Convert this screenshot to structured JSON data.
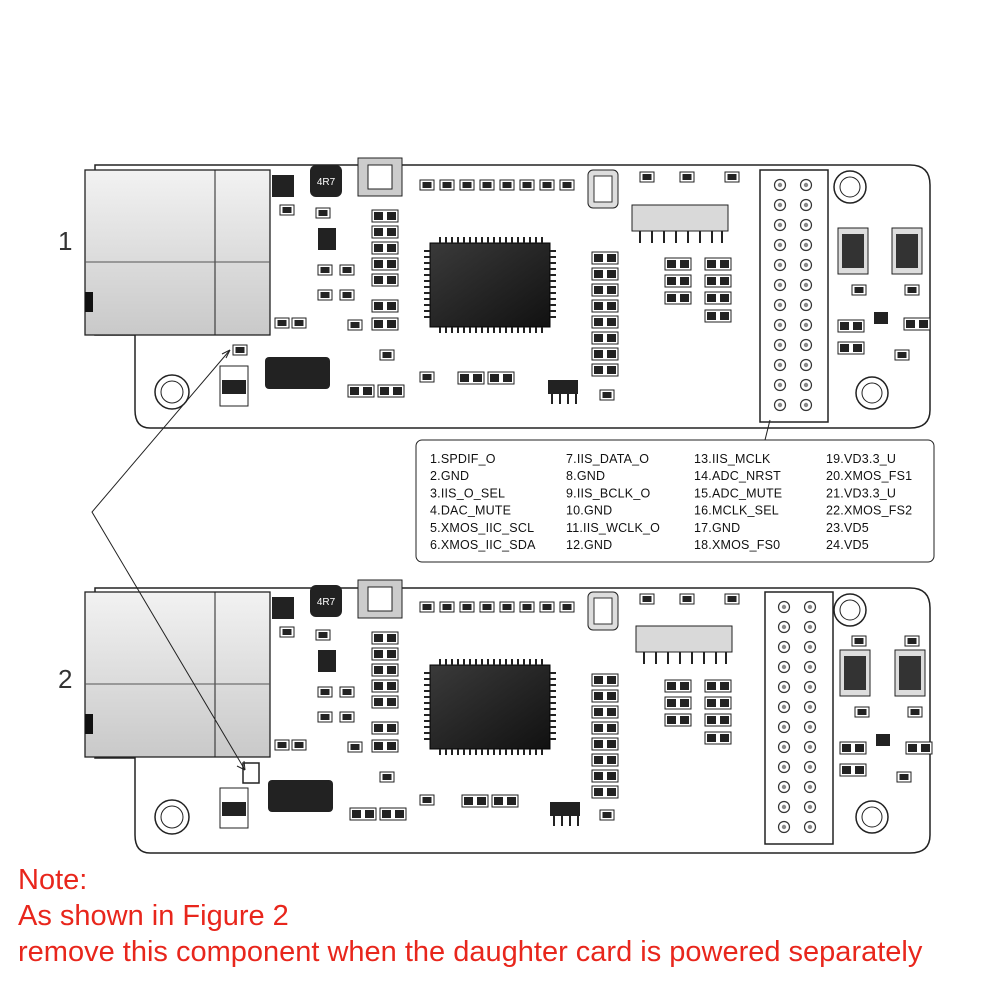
{
  "figures": [
    {
      "label": "1"
    },
    {
      "label": "2"
    }
  ],
  "inductor_marking": "4R7",
  "pinout": [
    [
      "1.SPDIF_O",
      "2.GND",
      "3.IIS_O_SEL",
      "4.DAC_MUTE",
      "5.XMOS_IIC_SCL",
      "6.XMOS_IIC_SDA"
    ],
    [
      "7.IIS_DATA_O",
      "8.GND",
      "9.IIS_BCLK_O",
      "10.GND",
      "11.IIS_WCLK_O",
      "12.GND"
    ],
    [
      "13.IIS_MCLK",
      "14.ADC_NRST",
      "15.ADC_MUTE",
      "16.MCLK_SEL",
      "17.GND",
      "18.XMOS_FS0"
    ],
    [
      "19.VD3.3_U",
      "20.XMOS_FS1",
      "21.VD3.3_U",
      "22.XMOS_FS2",
      "23.VD5",
      "24.VD5"
    ]
  ],
  "note": {
    "title": "Note:",
    "line1": "As shown in Figure 2",
    "line2": "remove this component when the daughter card is powered separately"
  },
  "colors": {
    "note": "#e8261c",
    "outline": "#222222",
    "chip": "#2b2b2b"
  }
}
